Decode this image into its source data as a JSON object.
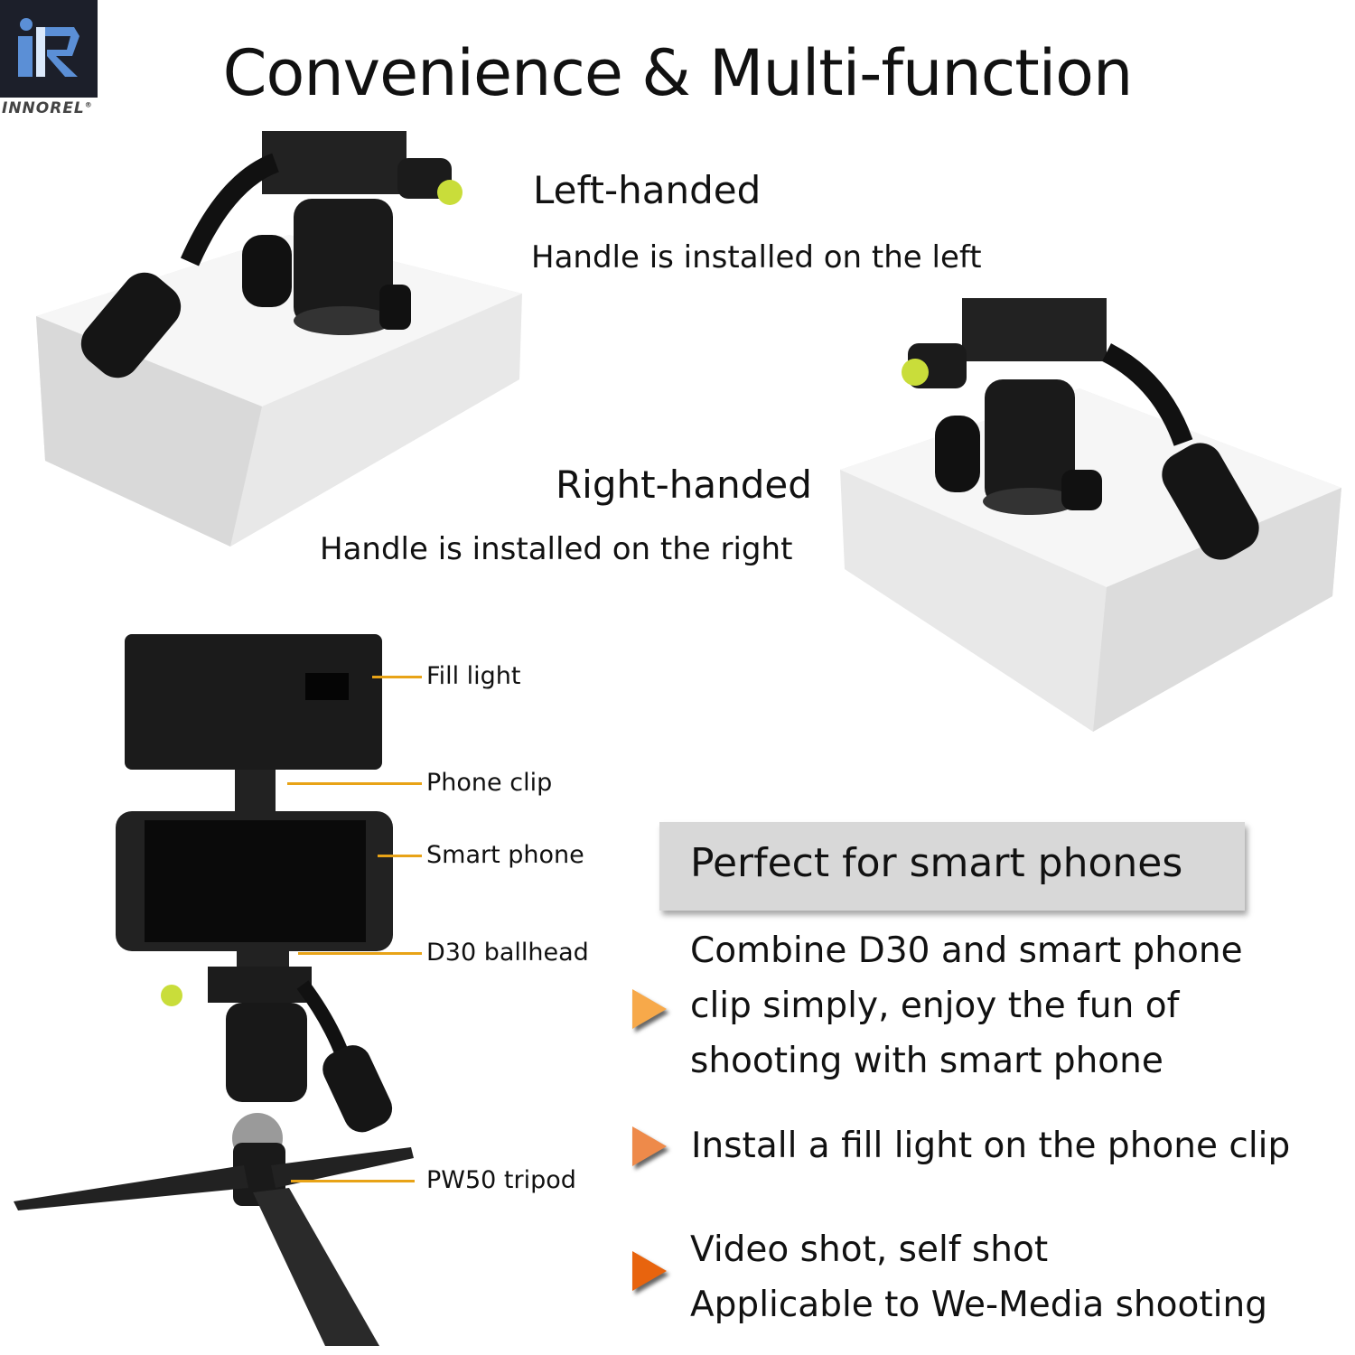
{
  "brand": {
    "logo_text": "iR",
    "name": "INNOREL",
    "registered": "®"
  },
  "title": "Convenience & Multi-function",
  "left_handed": {
    "heading": "Left-handed",
    "description": "Handle is installed on the left"
  },
  "right_handed": {
    "heading": "Right-handed",
    "description": "Handle is installed on the right"
  },
  "callouts": [
    "Fill light",
    "Phone clip",
    "Smart phone",
    "D30 ballhead",
    "PW50 tripod"
  ],
  "feature_box": {
    "title": "Perfect for smart phones"
  },
  "bullets": [
    {
      "lines": [
        "Combine D30 and smart phone",
        "clip simply, enjoy the fun of",
        "shooting with smart phone"
      ],
      "color": "#f7a94a"
    },
    {
      "lines": [
        "Install a fill light on the phone clip"
      ],
      "color": "#ee8a4a"
    },
    {
      "lines": [
        "Video shot, self shot",
        "Applicable to We-Media shooting"
      ],
      "color": "#e8640e"
    }
  ],
  "colors": {
    "callout_line": "#e8a317",
    "box_bg": "#d8d8d8",
    "logo_bg": "#1c1f2a",
    "logo_blue": "#5b8fd6"
  }
}
